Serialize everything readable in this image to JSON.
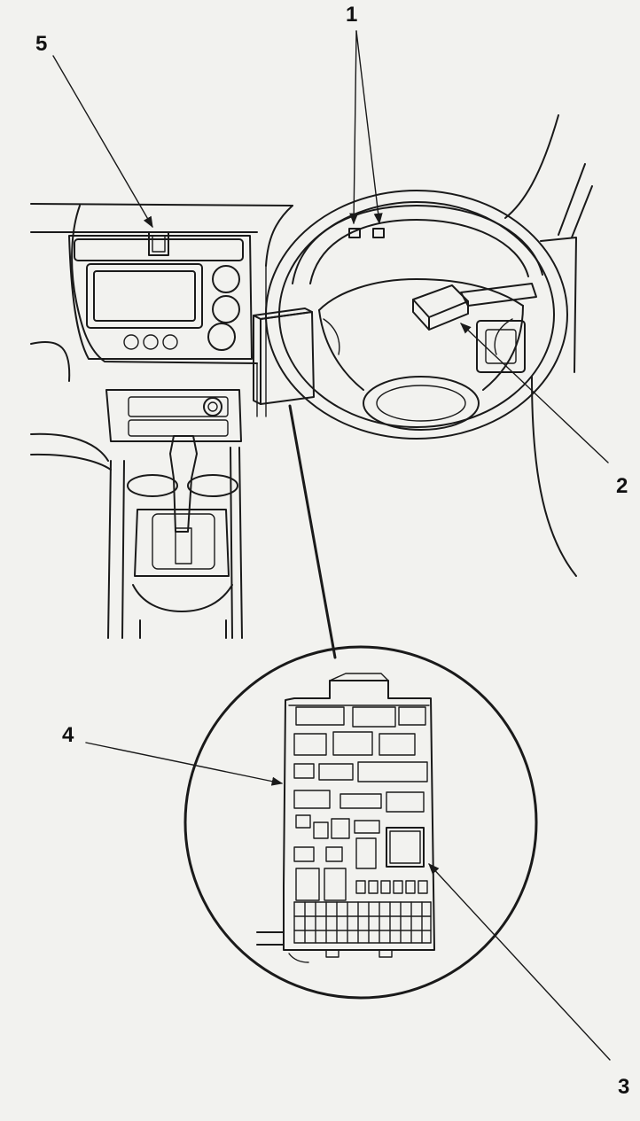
{
  "callouts": [
    {
      "id": "1",
      "text": "1"
    },
    {
      "id": "2",
      "text": "2"
    },
    {
      "id": "3",
      "text": "3"
    },
    {
      "id": "4",
      "text": "4"
    },
    {
      "id": "5",
      "text": "5"
    }
  ],
  "colors": {
    "background": "#f2f2ef",
    "ink": "#1a1a1a"
  }
}
